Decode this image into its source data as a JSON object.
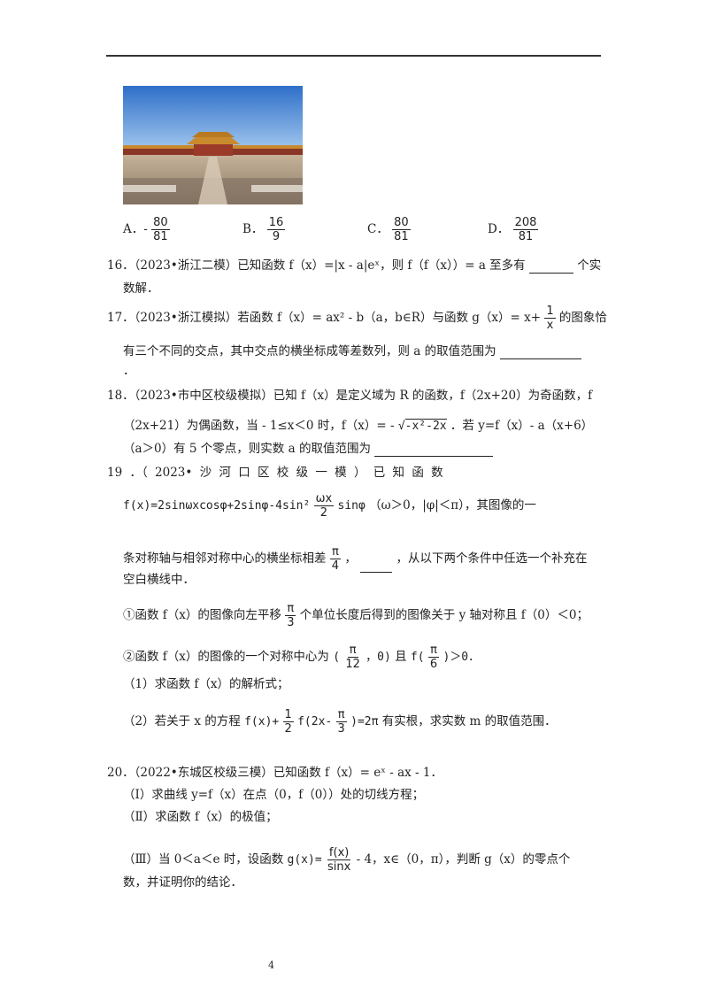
{
  "options": {
    "a_label": "A．-",
    "a_num": "80",
    "a_den": "81",
    "b_label": "B．",
    "b_num": "16",
    "b_den": "9",
    "c_label": "C．",
    "c_num": "80",
    "c_den": "81",
    "d_label": "D．",
    "d_num": "208",
    "d_den": "81"
  },
  "q16": {
    "line1": "16．（2023•浙江二模）已知函数 f（x）=|x - a|eˣ，则 f（f（x））= a 至多有",
    "line1_end": "个实",
    "line2": "数解．"
  },
  "q17": {
    "line1_a": "17．（2023•浙江模拟）若函数 f（x）= ax² - b（a，b∈R）与函数 g（x）= x+",
    "frac_num": "1",
    "frac_den": "x",
    "line1_b": "的图象恰",
    "line2": "有三个不同的交点，其中交点的横坐标成等差数列，则 a 的取值范围为",
    "line3": "．"
  },
  "q18": {
    "line1": "18．（2023•市中区校级模拟）已知 f（x）是定义域为 R 的函数，f（2x+20）为奇函数，f",
    "line2_a": "（2x+21）为偶函数，当 - 1≤x＜0 时，f（x）= -",
    "radicand": "-x²-2x",
    "line2_b": "．若 y=f（x）- a（x+6）",
    "line3": "（a＞0）有 5 个零点，则实数 a 的取值范围为"
  },
  "q19": {
    "head": "19 ．（ 2023• 沙 河 口 区 校 级 一 模 ） 已 知 函 数",
    "formula_a": "f(x)=2sinωxcosφ+2sinφ-4sin²",
    "formula_num": "ωx",
    "formula_den": "2",
    "formula_b": "sinφ",
    "cond": "（ω＞0，|φ|＜π），其图像的一",
    "line3_a": "条对称轴与相邻对称中心的横坐标相差",
    "pi4_num": "π",
    "pi4_den": "4",
    "line3_b": "，",
    "line3_c": "，从以下两个条件中任选一个补充在",
    "line4": "空白横线中．",
    "c1_a": "①函数 f（x）的图像向左平移",
    "pi3_num": "π",
    "pi3_den": "3",
    "c1_b": "个单位长度后得到的图像关于 y 轴对称且 f（0）＜0；",
    "c2_a": "②函数 f（x）的图像的一个对称中心为",
    "c2_pt_l": "(",
    "c2_pt_num": "π",
    "c2_pt_den": "12",
    "c2_pt_r": "，0)",
    "c2_mid": "且",
    "c2_f": "f(",
    "c2_f_num": "π",
    "c2_f_den": "6",
    "c2_end": ")＞0．",
    "p1": "（1）求函数 f（x）的解析式；",
    "p2_a": "（2）若关于 x 的方程",
    "p2_eq_a": "f(x)+",
    "p2_half_num": "1",
    "p2_half_den": "2",
    "p2_eq_b": "f(2x-",
    "p2_pi3_num": "π",
    "p2_pi3_den": "3",
    "p2_eq_c": ")=2π",
    "p2_b": "有实根，求实数 m 的取值范围．"
  },
  "q20": {
    "line1": "20．（2022•东城区校级三模）已知函数 f（x）= eˣ - ax - 1．",
    "i": "（Ⅰ）求曲线 y=f（x）在点（0，f（0））处的切线方程；",
    "ii": "（Ⅱ）求函数 f（x）的极值；",
    "iii_a": "（Ⅲ）当 0＜a＜e 时，设函数",
    "g_eq": "g(x)=",
    "g_num": "f(x)",
    "g_den": "sinx",
    "iii_b": "- 4，x∈（0，π），判断 g（x）的零点个",
    "iii_c": "数，并证明你的结论．"
  },
  "footer": {
    "page_number": "4"
  },
  "colors": {
    "sky": "#4f8fd8",
    "ground": "#b9a38c",
    "palace_roof": "#c98a2e",
    "palace_wall": "#9c3a2a"
  }
}
